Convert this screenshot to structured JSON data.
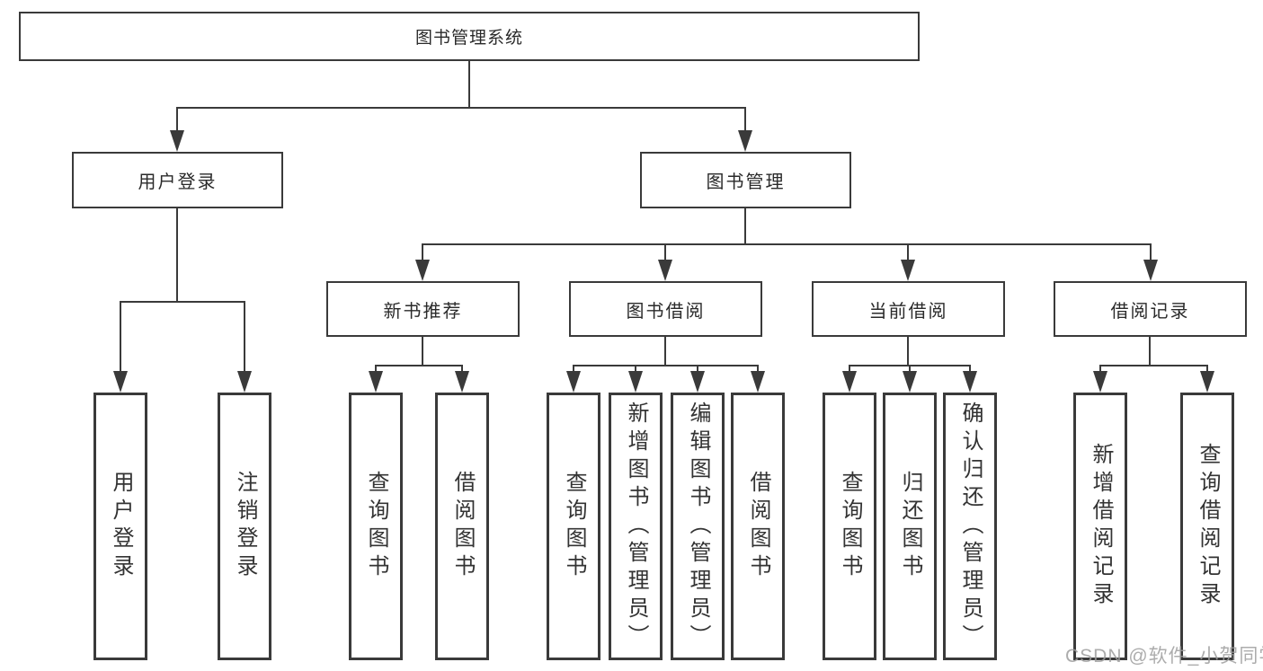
{
  "colors": {
    "line": "#3a3a3a",
    "box_border": "#3a3a3a",
    "background": "#ffffff",
    "watermark": "#9e9e9e"
  },
  "watermark": {
    "text": "CSDN @软件_小贺同学"
  },
  "tree": {
    "root": {
      "label": "图书管理系统",
      "children": [
        {
          "label": "用户登录",
          "children": [
            {
              "label": "用户登录"
            },
            {
              "label": "注销登录"
            }
          ]
        },
        {
          "label": "图书管理",
          "children": [
            {
              "label": "新书推荐",
              "children": [
                {
                  "label": "查询图书"
                },
                {
                  "label": "借阅图书"
                }
              ]
            },
            {
              "label": "图书借阅",
              "children": [
                {
                  "label": "查询图书"
                },
                {
                  "label": "新增图书（管理员）"
                },
                {
                  "label": "编辑图书（管理员）"
                },
                {
                  "label": "借阅图书"
                }
              ]
            },
            {
              "label": "当前借阅",
              "children": [
                {
                  "label": "查询图书"
                },
                {
                  "label": "归还图书"
                },
                {
                  "label": "确认归还（管理员）"
                }
              ]
            },
            {
              "label": "借阅记录",
              "children": [
                {
                  "label": "新增借阅记录"
                },
                {
                  "label": "查询借阅记录"
                }
              ]
            }
          ]
        }
      ]
    }
  }
}
